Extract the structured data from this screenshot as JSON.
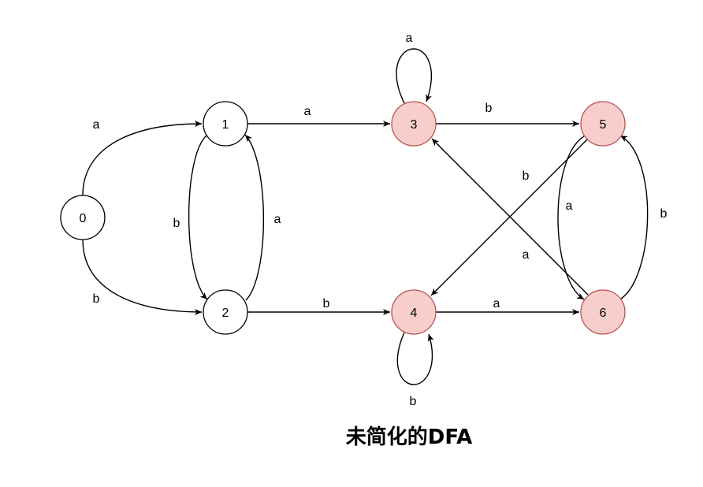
{
  "caption": "未简化的DFA",
  "colors": {
    "normal_fill": "#ffffff",
    "normal_stroke": "#000000",
    "accept_fill": "#f8cecc",
    "accept_stroke": "#b85450"
  },
  "states": [
    {
      "id": "0",
      "label": "0",
      "accepting": false
    },
    {
      "id": "1",
      "label": "1",
      "accepting": false
    },
    {
      "id": "2",
      "label": "2",
      "accepting": false
    },
    {
      "id": "3",
      "label": "3",
      "accepting": true
    },
    {
      "id": "4",
      "label": "4",
      "accepting": true
    },
    {
      "id": "5",
      "label": "5",
      "accepting": true
    },
    {
      "id": "6",
      "label": "6",
      "accepting": true
    }
  ],
  "transitions": [
    {
      "from": "0",
      "to": "1",
      "symbol": "a"
    },
    {
      "from": "0",
      "to": "2",
      "symbol": "b"
    },
    {
      "from": "1",
      "to": "2",
      "symbol": "b"
    },
    {
      "from": "2",
      "to": "1",
      "symbol": "a"
    },
    {
      "from": "1",
      "to": "3",
      "symbol": "a"
    },
    {
      "from": "2",
      "to": "4",
      "symbol": "b"
    },
    {
      "from": "3",
      "to": "3",
      "symbol": "a"
    },
    {
      "from": "3",
      "to": "5",
      "symbol": "b"
    },
    {
      "from": "4",
      "to": "4",
      "symbol": "b"
    },
    {
      "from": "4",
      "to": "6",
      "symbol": "a"
    },
    {
      "from": "5",
      "to": "4",
      "symbol": "b"
    },
    {
      "from": "6",
      "to": "3",
      "symbol": "a"
    },
    {
      "from": "5",
      "to": "6",
      "symbol": "a"
    },
    {
      "from": "6",
      "to": "5",
      "symbol": "b"
    }
  ]
}
